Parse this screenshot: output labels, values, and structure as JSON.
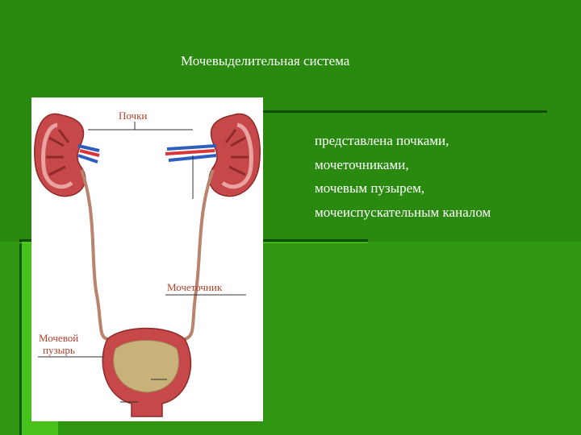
{
  "slide": {
    "title": "Мочевыделительная система",
    "description_lines": [
      "представлена почками,",
      "мочеточниками,",
      "мочевым пузырем,",
      "мочеиспускательным каналом"
    ]
  },
  "figure": {
    "labels": {
      "kidneys": "Почки",
      "ureter": "Мочеточник",
      "bladder_line1": "Мочевой",
      "bladder_line2": "пузырь"
    }
  },
  "colors": {
    "background": "#298a0f",
    "text": "#ffffff",
    "label": "#b0402a"
  }
}
